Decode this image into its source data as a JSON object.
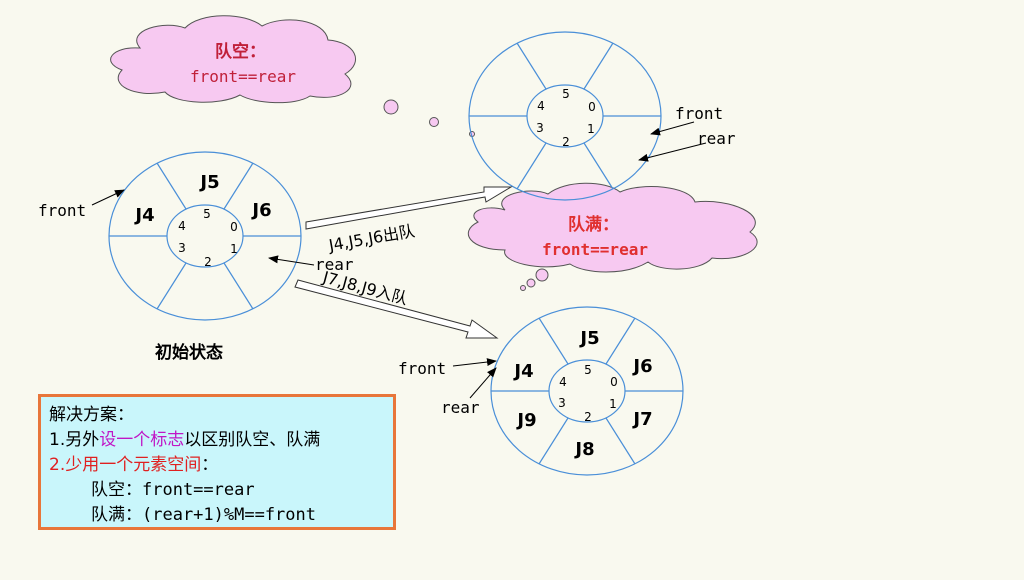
{
  "cloud_empty": {
    "title": "队空：",
    "formula": "front==rear"
  },
  "cloud_full": {
    "title": "队满：",
    "formula": "front==rear"
  },
  "queue_initial": {
    "caption": "初始状态",
    "slots": [
      "J5",
      "J6",
      "",
      "",
      "",
      "J4"
    ],
    "indices": [
      "5",
      "0",
      "1",
      "2",
      "3",
      "4"
    ],
    "front_label": "front",
    "rear_label": "rear"
  },
  "queue_empty": {
    "indices": [
      "5",
      "0",
      "1",
      "2",
      "3",
      "4"
    ],
    "front_label": "front",
    "rear_label": "rear"
  },
  "queue_full": {
    "slots": [
      "J5",
      "J6",
      "J7",
      "J8",
      "J9",
      "J4"
    ],
    "indices": [
      "5",
      "0",
      "1",
      "2",
      "3",
      "4"
    ],
    "front_label": "front",
    "rear_label": "rear"
  },
  "arrows": {
    "dequeue_label": "J4,J5,J6出队",
    "enqueue_label": "J7,J8,J9入队"
  },
  "solution": {
    "heading": "解决方案：",
    "item1_prefix": "1.另外",
    "item1_highlight": "设一个标志",
    "item1_suffix": "以区别队空、队满",
    "item2_prefix": "2.",
    "item2_highlight": "少用一个元素空间",
    "item2_suffix": "：",
    "empty_label": "队空：",
    "empty_formula": "front==rear",
    "full_label": "队满：",
    "full_formula": "(rear+1)%M==front"
  },
  "colors": {
    "circle_stroke": "#4a8fd8",
    "cloud_fill": "#f7c9f1",
    "cloud_title": "#e03030",
    "box_fill": "#c9f6fb",
    "box_border": "#e8763a",
    "highlight_magenta": "#c016c6",
    "highlight_red": "#e02020"
  }
}
